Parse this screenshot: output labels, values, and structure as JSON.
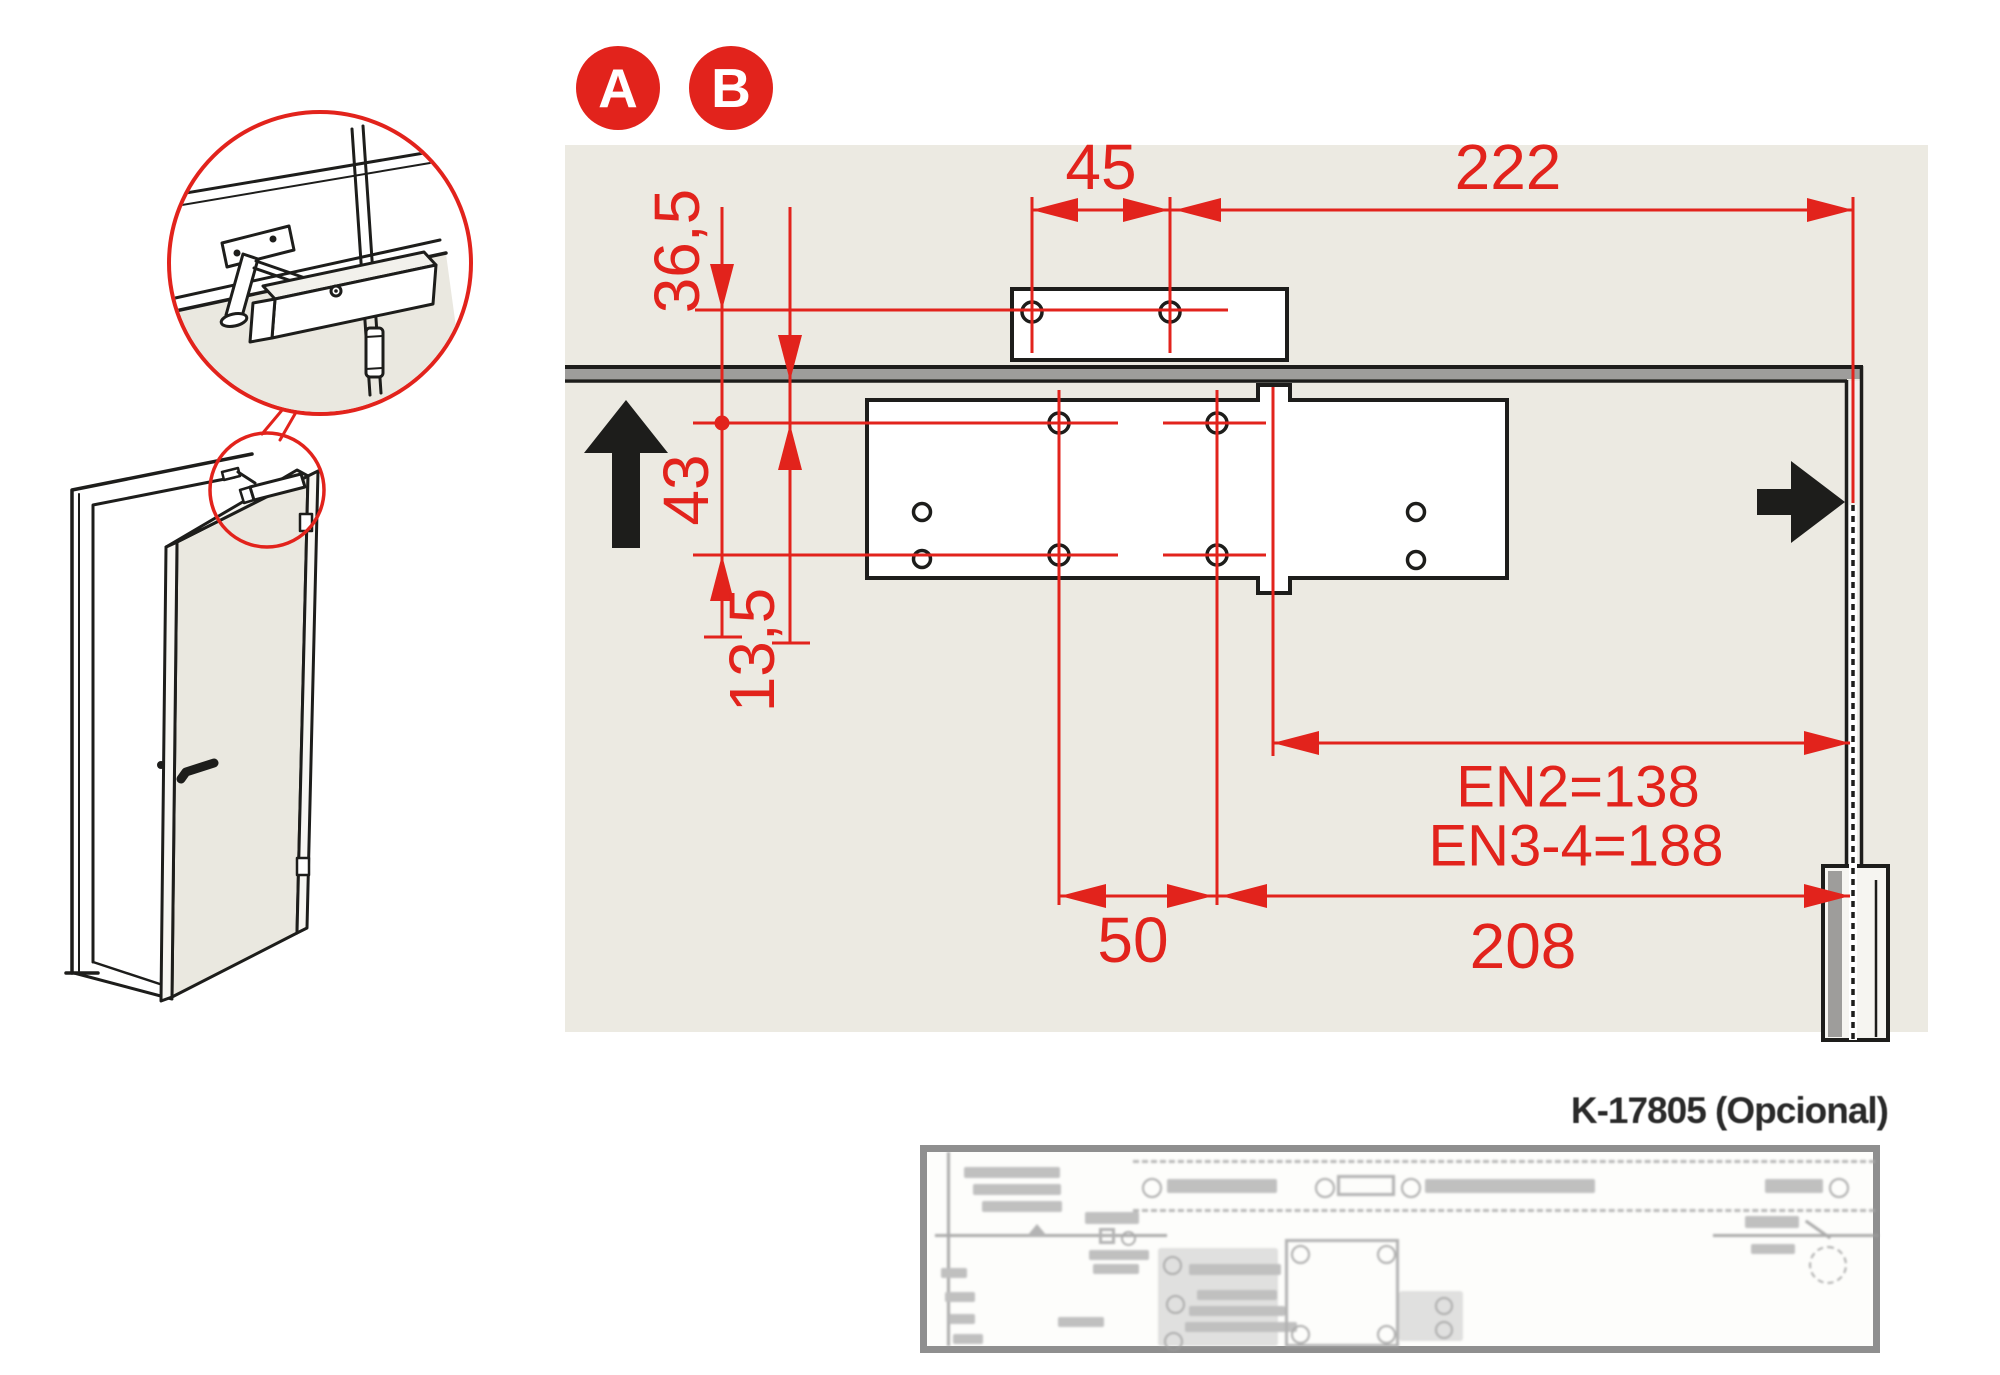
{
  "colors": {
    "accent_red": "#E2231C",
    "line_black": "#1D1D1B",
    "panel_beige": "#ECEAE2",
    "wall_gray": "#9E9D9B",
    "template_gray": "#8F8F8F"
  },
  "badges": {
    "a": "A",
    "b": "B"
  },
  "dimensions": {
    "top_small": "45",
    "top_large": "222",
    "left_top": "36,5",
    "left_mid": "43",
    "left_bottom": "13,5",
    "en_line1": "EN2=138",
    "en_line2": "EN3-4=188",
    "bottom_small": "50",
    "bottom_large": "208"
  },
  "template": {
    "label": "K-17805 (Opcional)"
  }
}
